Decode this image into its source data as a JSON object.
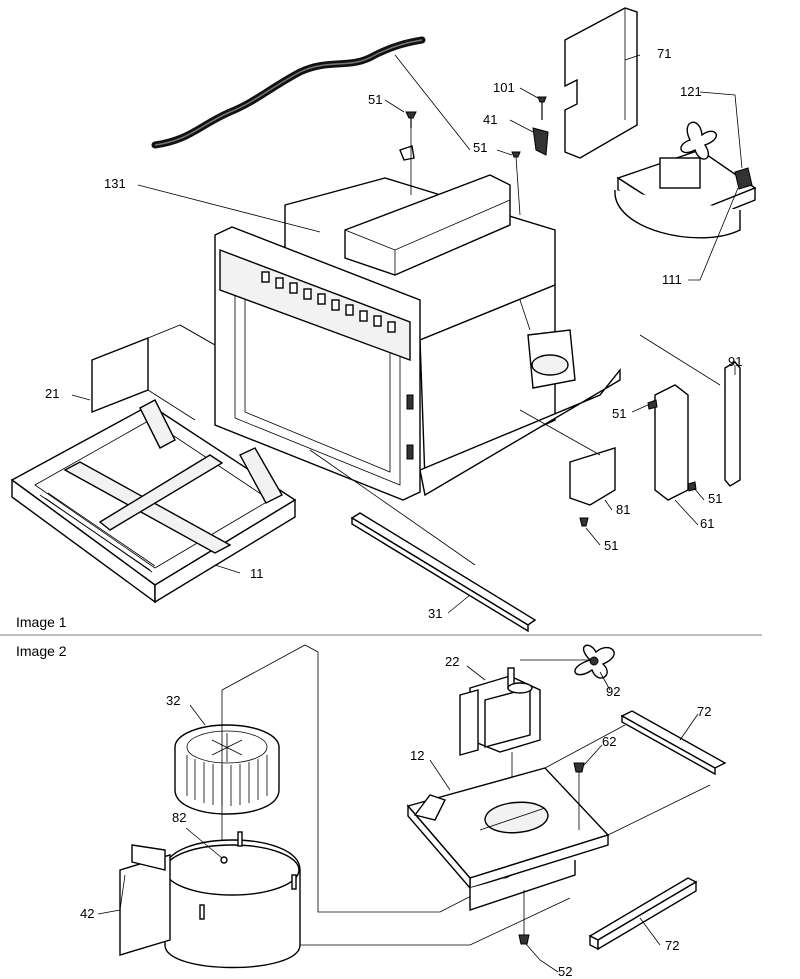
{
  "captions": {
    "image1": "Image 1",
    "image2": "Image 2"
  },
  "image1_labels": {
    "l51a": "51",
    "l101": "101",
    "l71": "71",
    "l41": "41",
    "l121": "121",
    "l51b": "51",
    "l131": "131",
    "l111": "111",
    "l21": "21",
    "l91": "91",
    "l51c": "51",
    "l51d": "51",
    "l61": "61",
    "l81": "81",
    "l51e": "51",
    "l11": "11",
    "l31": "31"
  },
  "image2_labels": {
    "l22": "22",
    "l92": "92",
    "l32": "32",
    "l72a": "72",
    "l62": "62",
    "l12": "12",
    "l82": "82",
    "l42": "42",
    "l72b": "72",
    "l52": "52"
  }
}
